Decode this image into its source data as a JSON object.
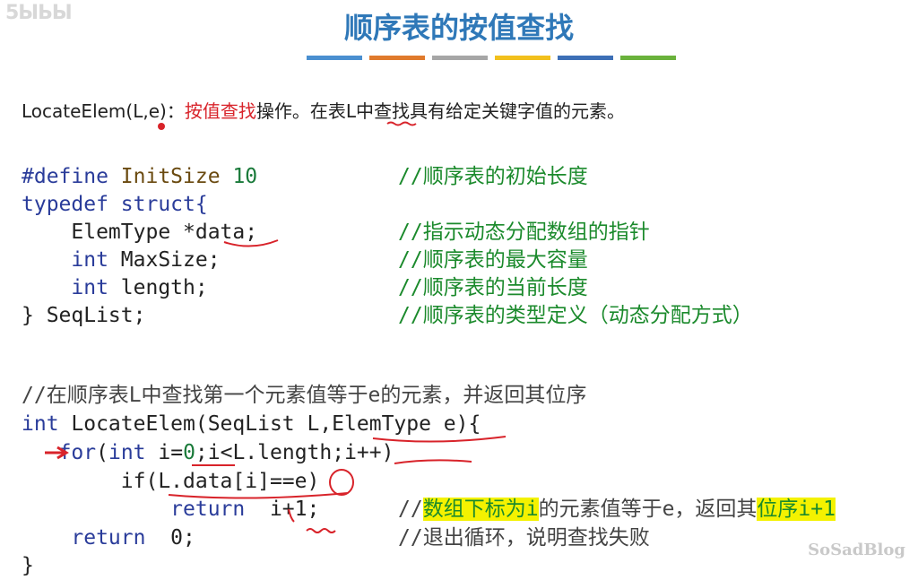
{
  "watermark_top": "5ЫЬЫ",
  "title": "顺序表的按值查找",
  "colors": {
    "title": "#2f78b8",
    "bars": [
      "#4a8fd0",
      "#e07a2c",
      "#a6a6a6",
      "#f2c01c",
      "#3d6fb6",
      "#6ab23c"
    ],
    "comment": "#1b8a2c",
    "highlight": "#f4f200",
    "annotation": "#d8232a"
  },
  "locate": {
    "prefix": "LocateElem(L,e)：",
    "highlight": "按值查找",
    "suffix": "操作。在表L中查找具有给定关键字值的元素。"
  },
  "struct_code": {
    "line1": {
      "directive": "#define",
      "name": "InitSize",
      "value": "10",
      "comment": "//顺序表的初始长度"
    },
    "line2": {
      "code": "typedef struct{"
    },
    "line3": {
      "code": "    ElemType *data;",
      "comment": "//指示动态分配数组的指针"
    },
    "line4": {
      "kw": "int",
      "code": " MaxSize;",
      "comment": "//顺序表的最大容量"
    },
    "line5": {
      "kw": "int",
      "code": " length;",
      "comment": "//顺序表的当前长度"
    },
    "line6": {
      "code": "} SeqList;",
      "comment": "//顺序表的类型定义（动态分配方式）"
    }
  },
  "func_code": {
    "comment_header": "//在顺序表L中查找第一个元素值等于e的元素，并返回其位序",
    "sig_kw": "int",
    "sig_rest": " LocateElem(SeqList L,ElemType e){",
    "for_kw1": "for",
    "for_kw2": "int",
    "for_rest_a": " i=",
    "for_zero": "0",
    "for_rest_b": ";i<L.length;i++)",
    "if_line": "if(L.data[i]==e)",
    "ret_kw": "return",
    "ret_val": "  i+1;",
    "ret_comment_a": "//",
    "ret_comment_hl1": "数组下标为i",
    "ret_comment_b": "的元素值等于e，返回其",
    "ret_comment_hl2": "位序i+1",
    "ret0_kw": "return",
    "ret0_val": "  0;",
    "ret0_comment": "//退出循环，说明查找失败",
    "close": "}"
  },
  "watermark_bottom": "SoSadBlog"
}
